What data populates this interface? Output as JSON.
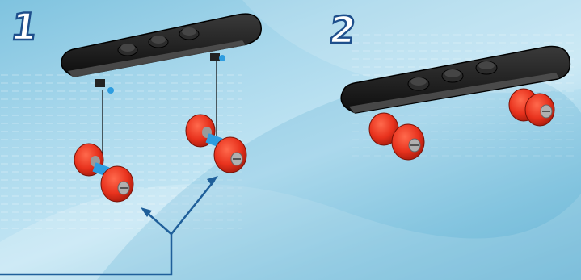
{
  "steps": [
    {
      "number": "1"
    },
    {
      "number": "2"
    }
  ],
  "colors": {
    "background": "#a9d8ec",
    "deck": "#1a1a1a",
    "wheel": "#e8321d",
    "axle_connector": "#2e9de0",
    "pointer_line": "#1f5f9a",
    "step_number_outline": "#1e4f8c"
  },
  "icons": [
    "skateboard-deck",
    "wheel-pair",
    "pointer-arrow"
  ]
}
